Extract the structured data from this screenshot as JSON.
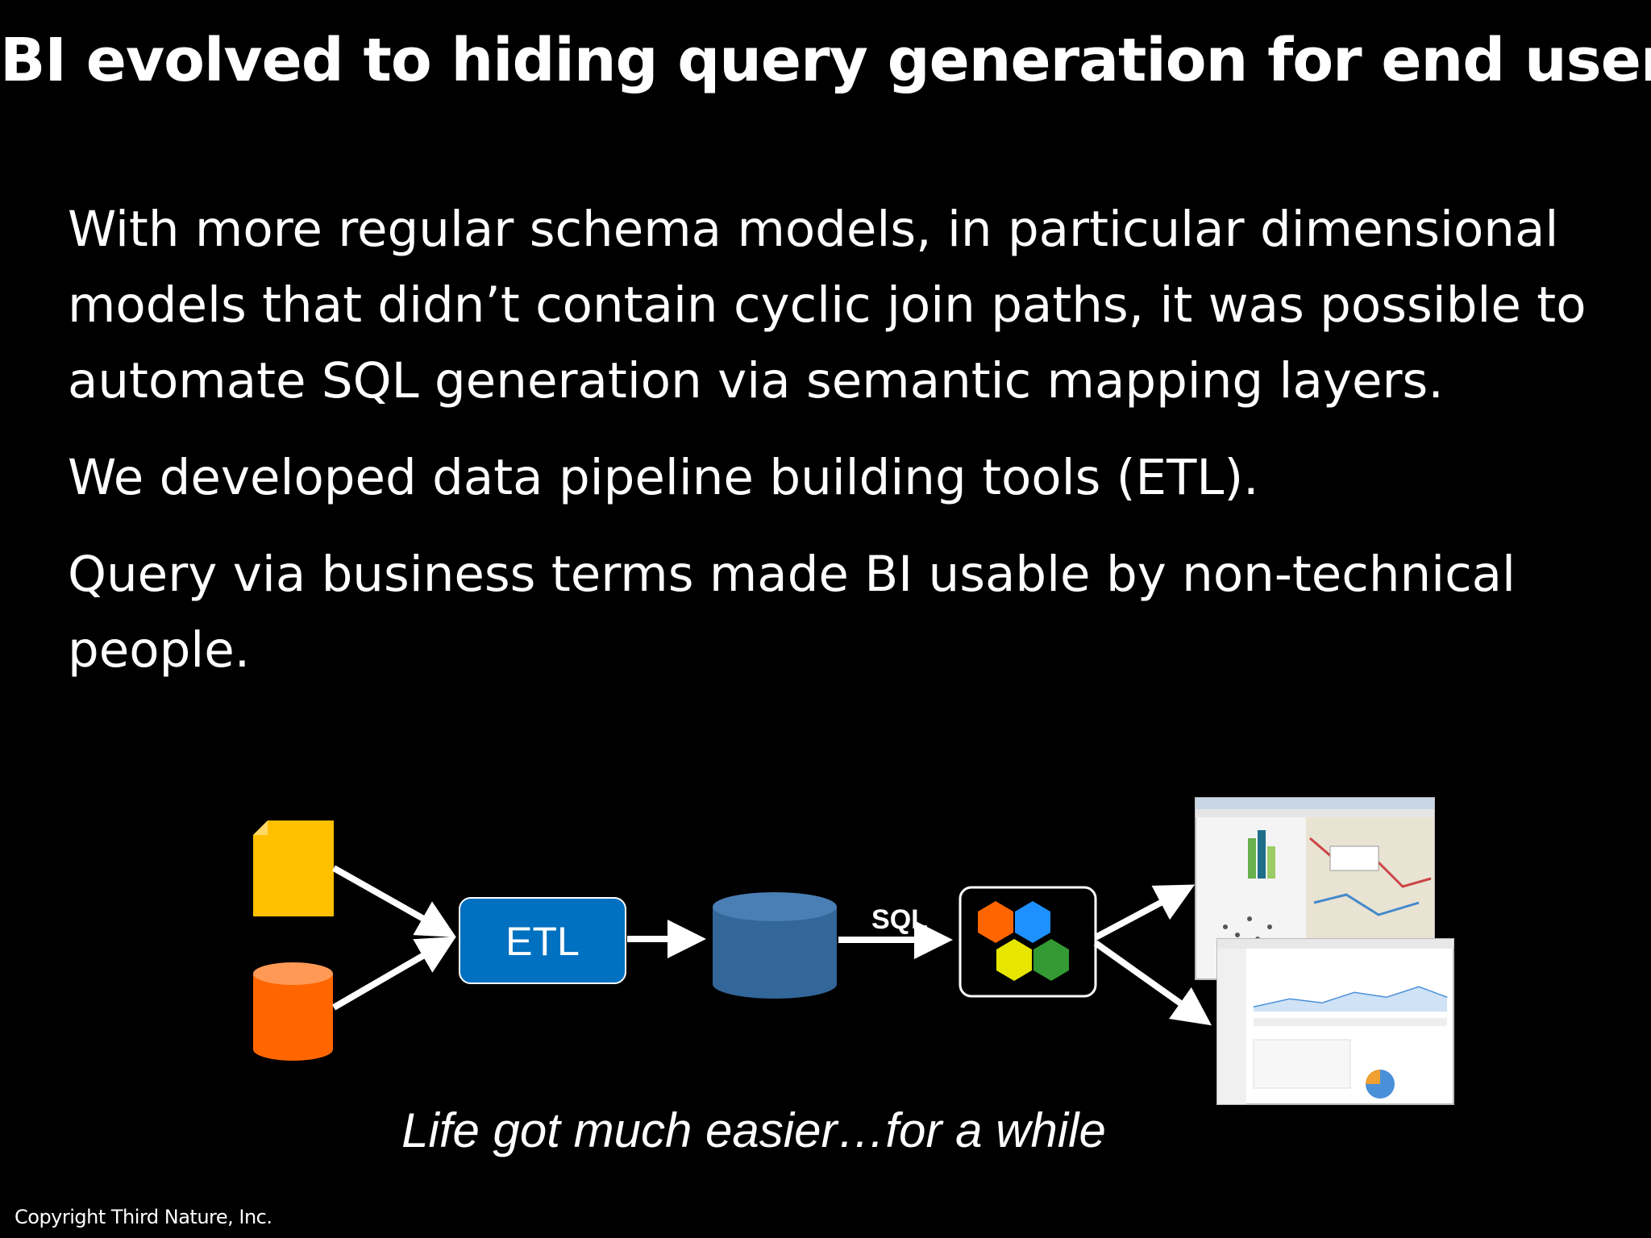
{
  "slide": {
    "title": "BI evolved to hiding query generation for end users",
    "paragraphs": [
      "With more regular schema models, in particular dimensional models that didn’t contain cyclic join paths, it was possible to automate SQL generation via semantic mapping layers.",
      "We developed data pipeline building tools (ETL).",
      "Query via business terms made BI usable by non-technical people."
    ],
    "caption": "Life got much easier…for a while",
    "copyright": "Copyright Third Nature, Inc."
  },
  "diagram": {
    "etl_label": "ETL",
    "sql_label": "SQL",
    "icons": [
      "file-icon",
      "database-icon",
      "etl-box",
      "warehouse-icon",
      "bi-tool-icon",
      "dashboard-screenshots"
    ],
    "colors": {
      "file": "#FFC000",
      "source_db": "#FF6600",
      "etl": "#0070C0",
      "warehouse": "#336699",
      "hex_orange": "#FF6600",
      "hex_blue": "#1E90FF",
      "hex_yellow": "#E6E600",
      "hex_green": "#339933"
    }
  }
}
